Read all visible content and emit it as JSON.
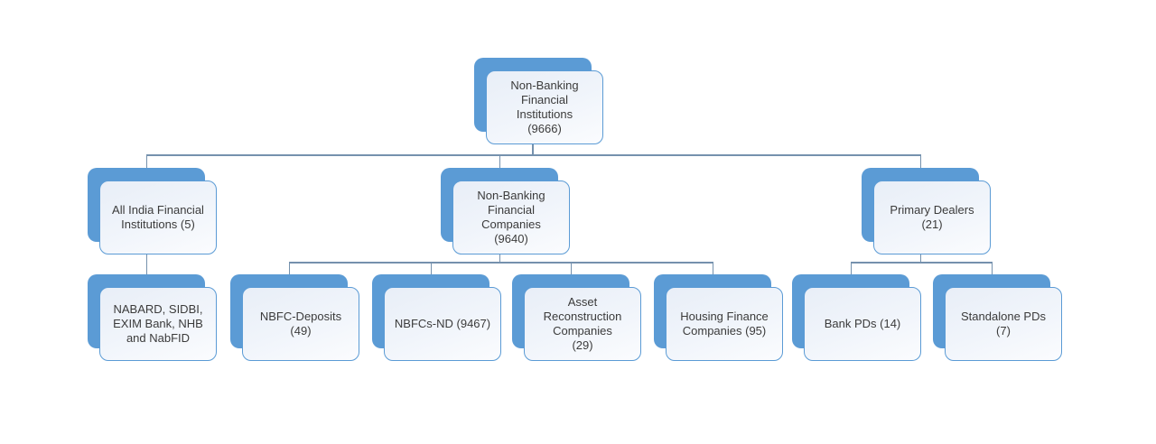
{
  "colors": {
    "accent": "#5b9bd5",
    "box_fill_top": "#e8eef7",
    "box_fill_bottom": "#fbfcfe",
    "connector": "#7591ad",
    "text": "#3b3b3b"
  },
  "org": {
    "root": {
      "label": "Non-Banking\nFinancial\nInstitutions\n(9666)",
      "name": "Non-Banking Financial Institutions",
      "count": 9666
    },
    "aifi": {
      "label": "All India Financial\nInstitutions (5)",
      "name": "All India Financial Institutions",
      "count": 5
    },
    "nbfc": {
      "label": "Non-Banking\nFinancial\nCompanies\n(9640)",
      "name": "Non-Banking Financial Companies",
      "count": 9640
    },
    "pd": {
      "label": "Primary Dealers\n(21)",
      "name": "Primary Dealers",
      "count": 21
    },
    "aifi_members": {
      "label": "NABARD, SIDBI,\nEXIM Bank, NHB\nand NabFID",
      "name": "NABARD, SIDBI, EXIM Bank, NHB and NabFID"
    },
    "nbfc_deposits": {
      "label": "NBFC-Deposits\n(49)",
      "name": "NBFC-Deposits",
      "count": 49
    },
    "nbfc_nd": {
      "label": "NBFCs-ND (9467)",
      "name": "NBFCs-ND",
      "count": 9467
    },
    "arc": {
      "label": "Asset\nReconstruction\nCompanies\n(29)",
      "name": "Asset Reconstruction Companies",
      "count": 29
    },
    "hfc": {
      "label": "Housing Finance\nCompanies (95)",
      "name": "Housing Finance Companies",
      "count": 95
    },
    "bank_pd": {
      "label": "Bank PDs (14)",
      "name": "Bank PDs",
      "count": 14
    },
    "standalone_pd": {
      "label": "Standalone PDs\n(7)",
      "name": "Standalone PDs",
      "count": 7
    }
  }
}
